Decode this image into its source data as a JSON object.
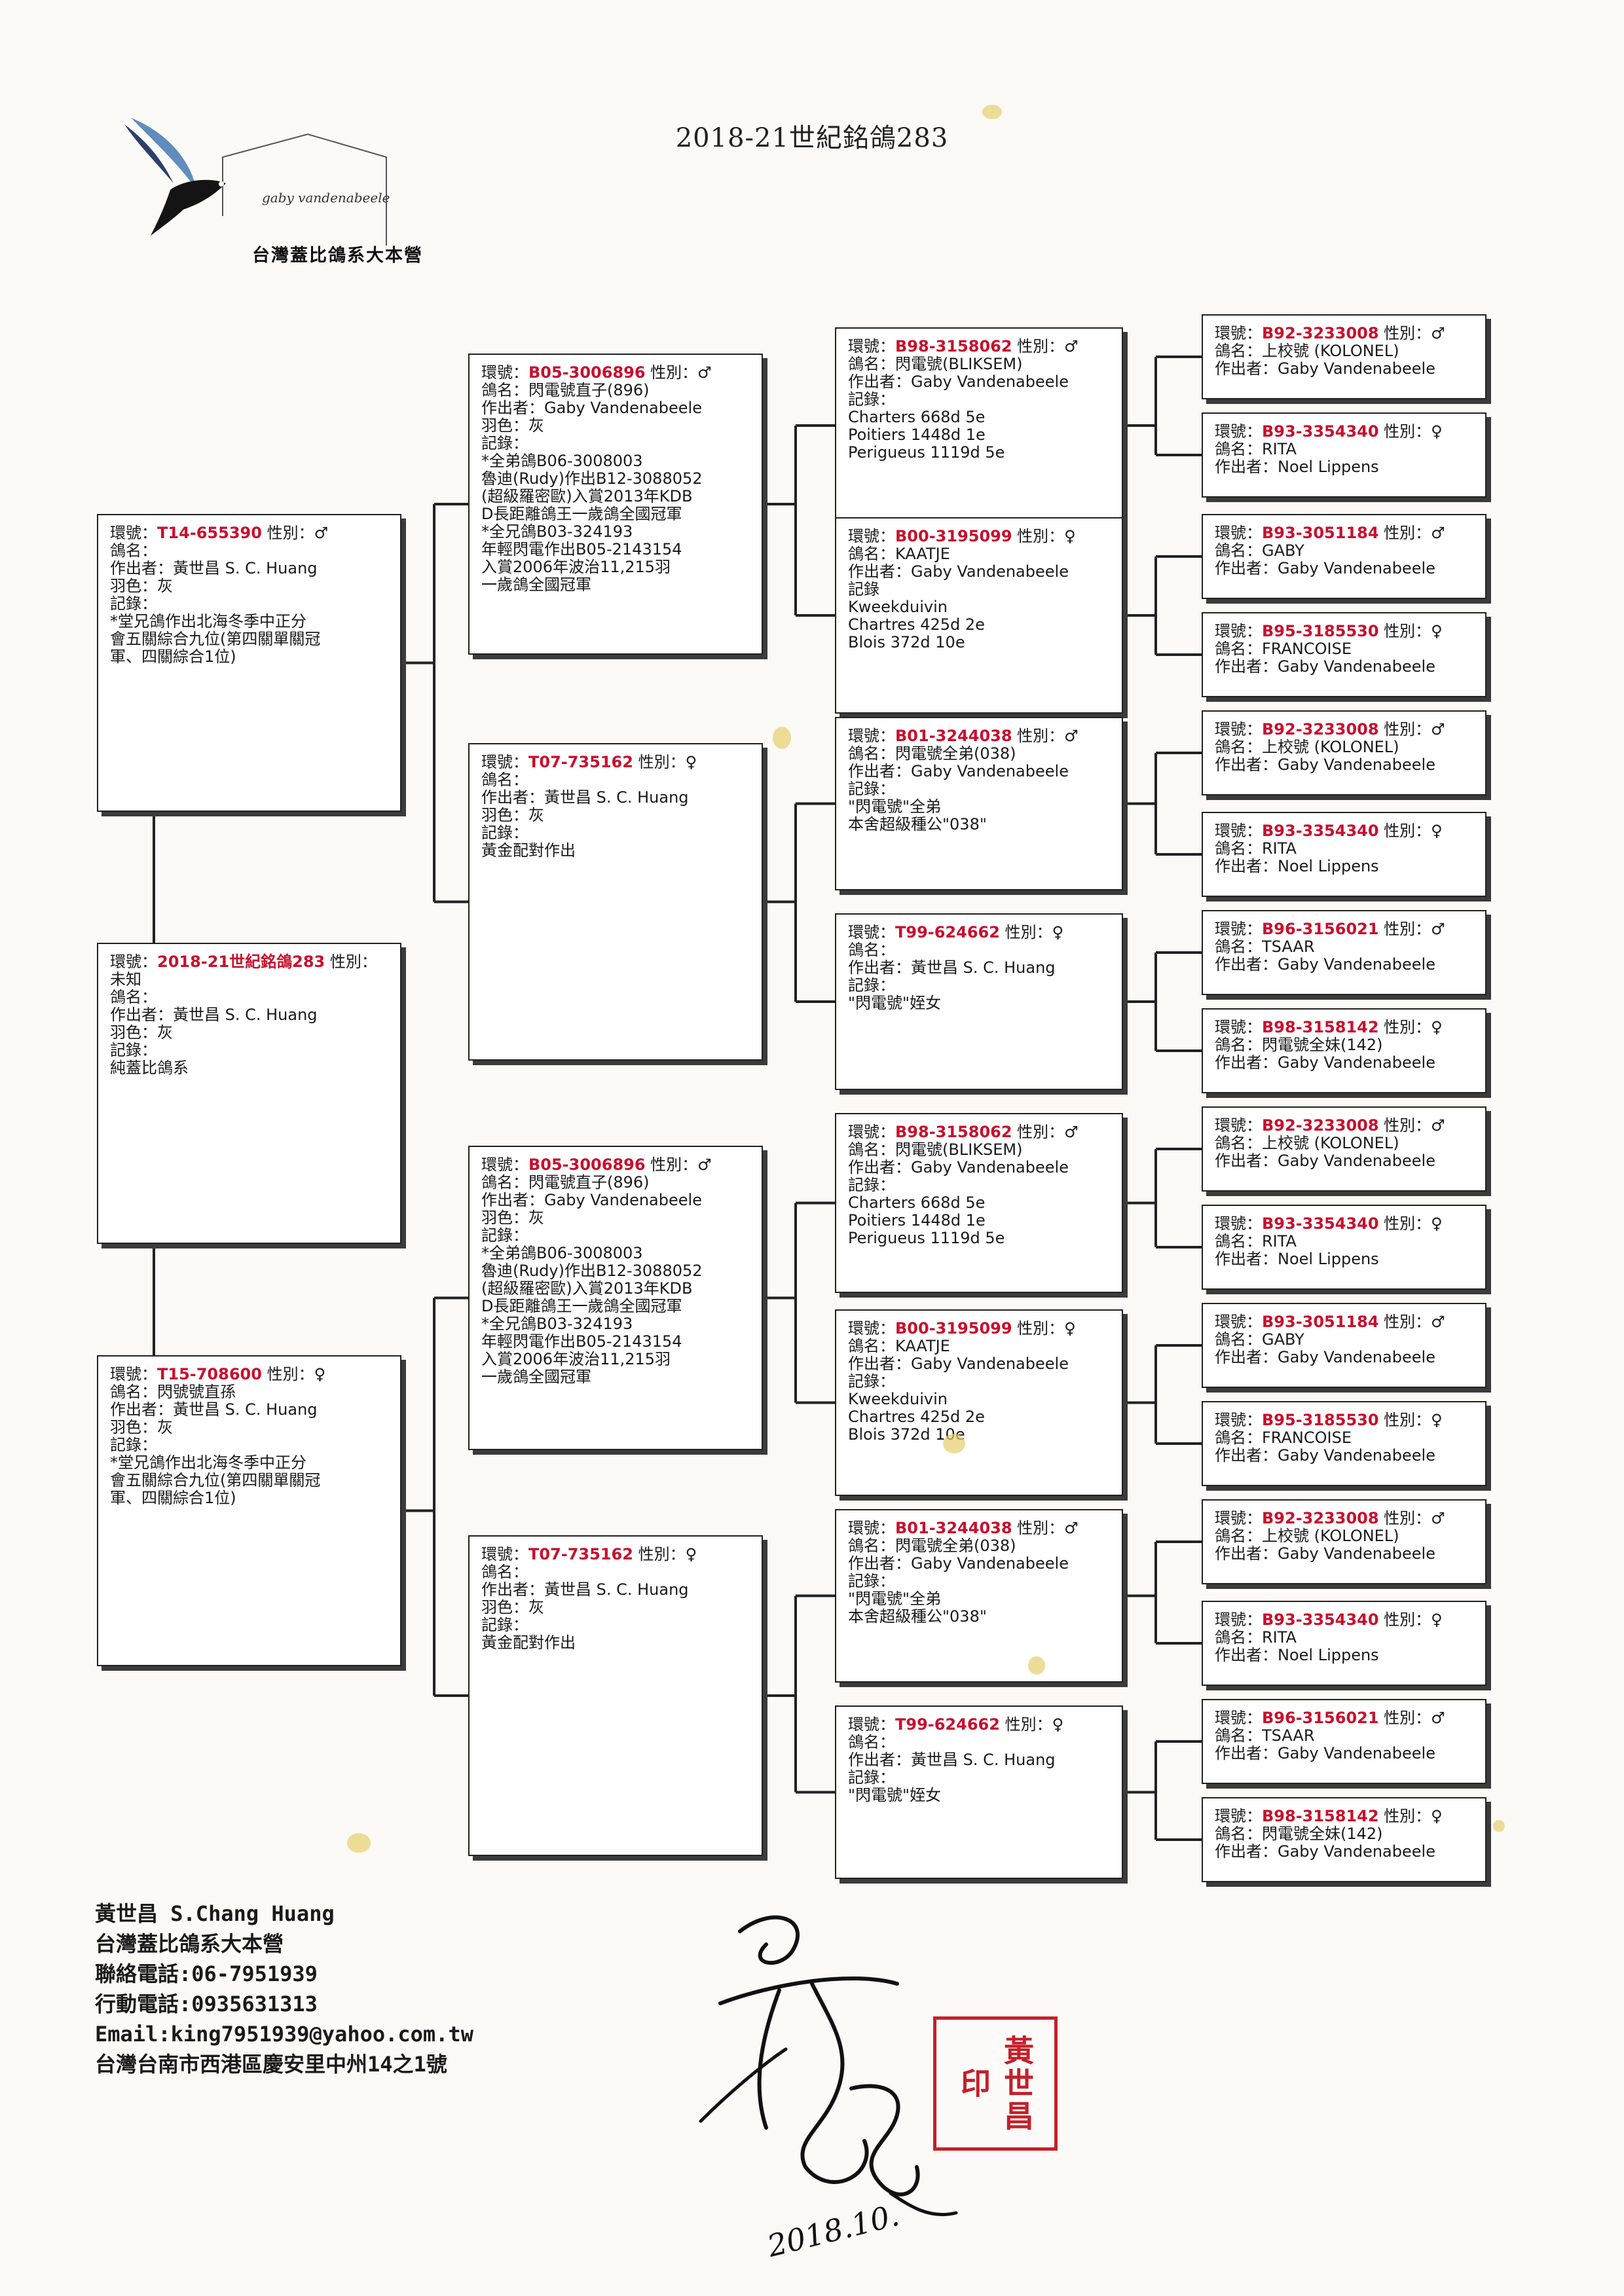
{
  "title": "2018-21世紀銘鴿283",
  "logo": {
    "script_text": "gaby vandenabeele",
    "caption": "台灣蓋比鴿系大本營"
  },
  "boxes": {
    "subject": {
      "ring_label": "環號：",
      "ring": "2018-21世紀銘鴿283",
      "sex_label": " 性別：未知",
      "name": "鴿名：",
      "breeder": "作出者：黃世昌 S. C. Huang",
      "color": "羽色：灰",
      "record_label": "記錄：",
      "notes": [
        "純蓋比鴿系"
      ]
    },
    "sire": {
      "ring_label": "環號：",
      "ring": "T14-655390",
      "sex": " 性別：♂",
      "name": "鴿名：",
      "breeder": "作出者：黃世昌 S. C. Huang",
      "color": "羽色：灰",
      "record_label": "記錄：",
      "notes": [
        "*堂兄鴿作出北海冬季中正分",
        "會五關綜合九位(第四關單關冠",
        "軍、四關綜合1位)"
      ]
    },
    "dam": {
      "ring_label": "環號：",
      "ring": "T15-708600",
      "sex": " 性別：♀",
      "name": "鴿名：閃號號直孫",
      "breeder": "作出者：黃世昌 S. C. Huang",
      "color": "羽色：灰",
      "record_label": "記錄：",
      "notes": [
        "*堂兄鴿作出北海冬季中正分",
        "會五關綜合九位(第四關單關冠",
        "軍、四關綜合1位)"
      ]
    },
    "ss": {
      "ring_label": "環號：",
      "ring": "B05-3006896",
      "sex": " 性別：♂",
      "name": "鴿名：閃電號直子(896)",
      "breeder": "作出者：Gaby Vandenabeele",
      "color": "羽色：灰",
      "record_label": "記錄：",
      "notes": [
        "*全弟鴿B06-3008003",
        "魯迪(Rudy)作出B12-3088052",
        "(超級羅密歐)入賞2013年KDB",
        "D長距離鴿王一歲鴿全國冠軍",
        "*全兄鴿B03-324193",
        "年輕閃電作出B05-2143154",
        "入賞2006年波治11,215羽",
        "一歲鴿全國冠軍"
      ]
    },
    "sd": {
      "ring_label": "環號：",
      "ring": "T07-735162",
      "sex": " 性別：♀",
      "name": "鴿名：",
      "breeder": "作出者：黃世昌 S. C. Huang",
      "color": "羽色：灰",
      "record_label": "記錄：",
      "notes": [
        "黃金配對作出"
      ]
    },
    "ds": {
      "ring_label": "環號：",
      "ring": "B05-3006896",
      "sex": " 性別：♂",
      "name": "鴿名：閃電號直子(896)",
      "breeder": "作出者：Gaby Vandenabeele",
      "color": "羽色：灰",
      "record_label": "記錄：",
      "notes": [
        "*全弟鴿B06-3008003",
        "魯迪(Rudy)作出B12-3088052",
        "(超級羅密歐)入賞2013年KDB",
        "D長距離鴿王一歲鴿全國冠軍",
        "*全兄鴿B03-324193",
        "年輕閃電作出B05-2143154",
        "入賞2006年波治11,215羽",
        "一歲鴿全國冠軍"
      ]
    },
    "dd": {
      "ring_label": "環號：",
      "ring": "T07-735162",
      "sex": " 性別：♀",
      "name": "鴿名：",
      "breeder": "作出者：黃世昌 S. C. Huang",
      "color": "羽色：灰",
      "record_label": "記錄：",
      "notes": [
        "黃金配對作出"
      ]
    },
    "g1": {
      "ring_label": "環號：",
      "ring": "B98-3158062",
      "sex": " 性別：♂",
      "name": "鴿名：閃電號(BLIKSEM)",
      "breeder": "作出者：Gaby Vandenabeele",
      "record_label": "記錄：",
      "notes": [
        "Charters 668d 5e",
        "Poitiers 1448d 1e",
        "Perigueus 1119d 5e"
      ]
    },
    "g2": {
      "ring_label": "環號：",
      "ring": "B00-3195099",
      "sex": " 性別：♀",
      "name": "鴿名：KAATJE",
      "breeder": "作出者：Gaby Vandenabeele",
      "record_label": "記錄",
      "notes": [
        "Kweekduivin",
        "Chartres 425d 2e",
        "Blois 372d 10e"
      ]
    },
    "g3": {
      "ring_label": "環號：",
      "ring": "B01-3244038",
      "sex": " 性別：♂",
      "name": "鴿名：閃電號全弟(038)",
      "breeder": "作出者：Gaby Vandenabeele",
      "record_label": "記錄：",
      "notes": [
        "\"閃電號\"全弟",
        "本舍超級種公\"038\""
      ]
    },
    "g4": {
      "ring_label": "環號：",
      "ring": "T99-624662",
      "sex": " 性別：♀",
      "name": "鴿名：",
      "breeder": "作出者：黃世昌 S. C. Huang",
      "record_label": "記錄：",
      "notes": [
        "\"閃電號\"姪女"
      ]
    },
    "g5": {
      "ring_label": "環號：",
      "ring": "B98-3158062",
      "sex": " 性別：♂",
      "name": "鴿名：閃電號(BLIKSEM)",
      "breeder": "作出者：Gaby Vandenabeele",
      "record_label": "記錄：",
      "notes": [
        "Charters 668d 5e",
        "Poitiers 1448d 1e",
        "Perigueus 1119d 5e"
      ]
    },
    "g6": {
      "ring_label": "環號：",
      "ring": "B00-3195099",
      "sex": " 性別：♀",
      "name": "鴿名：KAATJE",
      "breeder": "作出者：Gaby Vandenabeele",
      "record_label": "記錄：",
      "notes": [
        "Kweekduivin",
        "Chartres 425d 2e",
        "Blois 372d 10e"
      ]
    },
    "g7": {
      "ring_label": "環號：",
      "ring": "B01-3244038",
      "sex": " 性別：♂",
      "name": "鴿名：閃電號全弟(038)",
      "breeder": "作出者：Gaby Vandenabeele",
      "record_label": "記錄：",
      "notes": [
        "\"閃電號\"全弟",
        "本舍超級種公\"038\""
      ]
    },
    "g8": {
      "ring_label": "環號：",
      "ring": "T99-624662",
      "sex": " 性別：♀",
      "name": "鴿名：",
      "breeder": "作出者：黃世昌 S. C. Huang",
      "record_label": "記錄：",
      "notes": [
        "\"閃電號\"姪女"
      ]
    },
    "h1": {
      "ring_label": "環號：",
      "ring": "B92-3233008",
      "sex": " 性別：♂",
      "name": "鴿名：上校號 (KOLONEL)",
      "breeder": "作出者：Gaby Vandenabeele"
    },
    "h2": {
      "ring_label": "環號：",
      "ring": "B93-3354340",
      "sex": " 性別：♀",
      "name": "鴿名：RITA",
      "breeder": "作出者：Noel Lippens"
    },
    "h3": {
      "ring_label": "環號：",
      "ring": "B93-3051184",
      "sex": " 性別：♂",
      "name": "鴿名：GABY",
      "breeder": "作出者：Gaby Vandenabeele"
    },
    "h4": {
      "ring_label": "環號：",
      "ring": "B95-3185530",
      "sex": " 性別：♀",
      "name": "鴿名：FRANCOISE",
      "breeder": "作出者：Gaby Vandenabeele"
    },
    "h5": {
      "ring_label": "環號：",
      "ring": "B92-3233008",
      "sex": " 性別：♂",
      "name": "鴿名：上校號 (KOLONEL)",
      "breeder": "作出者：Gaby Vandenabeele"
    },
    "h6": {
      "ring_label": "環號：",
      "ring": "B93-3354340",
      "sex": " 性別：♀",
      "name": "鴿名：RITA",
      "breeder": "作出者：Noel Lippens"
    },
    "h7": {
      "ring_label": "環號：",
      "ring": "B96-3156021",
      "sex": " 性別：♂",
      "name": "鴿名：TSAAR",
      "breeder": "作出者：Gaby Vandenabeele"
    },
    "h8": {
      "ring_label": "環號：",
      "ring": "B98-3158142",
      "sex": " 性別：♀",
      "name": "鴿名：閃電號全妹(142)",
      "breeder": "作出者：Gaby Vandenabeele"
    },
    "h9": {
      "ring_label": "環號：",
      "ring": "B92-3233008",
      "sex": " 性別：♂",
      "name": "鴿名：上校號 (KOLONEL)",
      "breeder": "作出者：Gaby Vandenabeele"
    },
    "h10": {
      "ring_label": "環號：",
      "ring": "B93-3354340",
      "sex": " 性別：♀",
      "name": "鴿名：RITA",
      "breeder": "作出者：Noel Lippens"
    },
    "h11": {
      "ring_label": "環號：",
      "ring": "B93-3051184",
      "sex": " 性別：♂",
      "name": "鴿名：GABY",
      "breeder": "作出者：Gaby Vandenabeele"
    },
    "h12": {
      "ring_label": "環號：",
      "ring": "B95-3185530",
      "sex": " 性別：♀",
      "name": "鴿名：FRANCOISE",
      "breeder": "作出者：Gaby Vandenabeele"
    },
    "h13": {
      "ring_label": "環號：",
      "ring": "B92-3233008",
      "sex": " 性別：♂",
      "name": "鴿名：上校號 (KOLONEL)",
      "breeder": "作出者：Gaby Vandenabeele"
    },
    "h14": {
      "ring_label": "環號：",
      "ring": "B93-3354340",
      "sex": " 性別：♀",
      "name": "鴿名：RITA",
      "breeder": "作出者：Noel Lippens"
    },
    "h15": {
      "ring_label": "環號：",
      "ring": "B96-3156021",
      "sex": " 性別：♂",
      "name": "鴿名：TSAAR",
      "breeder": "作出者：Gaby Vandenabeele"
    },
    "h16": {
      "ring_label": "環號：",
      "ring": "B98-3158142",
      "sex": " 性別：♀",
      "name": "鴿名：閃電號全妹(142)",
      "breeder": "作出者：Gaby Vandenabeele"
    }
  },
  "contact": {
    "name": "黃世昌 S.Chang Huang",
    "org": "台灣蓋比鴿系大本營",
    "phone": "聯絡電話:06-7951939",
    "mobile": "行動電話:0935631313",
    "email": "Email:king7951939@yahoo.com.tw",
    "address": "台灣台南市西港區慶安里中州14之1號"
  },
  "signature": {
    "date": "2018.10.",
    "seal_text": "黃世昌印"
  },
  "colors": {
    "ring": "#c8102e",
    "seal": "#c4202a",
    "border": "#222222"
  }
}
